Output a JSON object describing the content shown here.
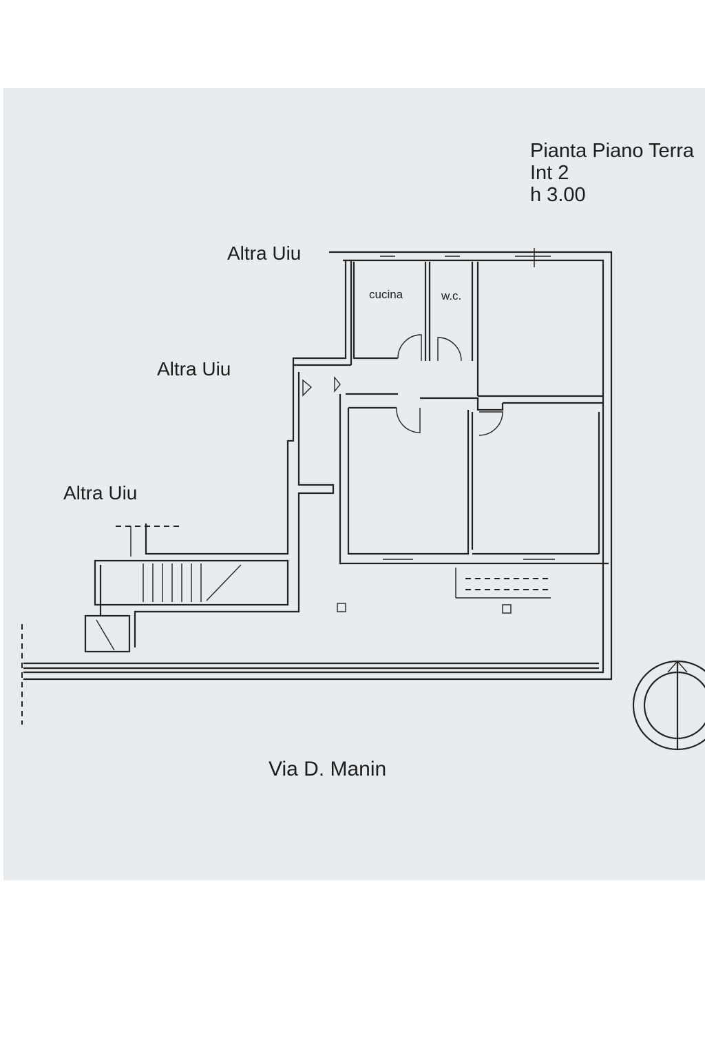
{
  "title": {
    "line1": "Pianta Piano Terra",
    "line2": "Int 2",
    "line3": "h 3.00"
  },
  "neighbors": [
    "Altra Uiu",
    "Altra Uiu",
    "Altra Uiu"
  ],
  "rooms": {
    "kitchen": "cucina",
    "wc": "w.c."
  },
  "street": "Via D. Manin",
  "north_arrow_icon": "north-arrow-icon"
}
